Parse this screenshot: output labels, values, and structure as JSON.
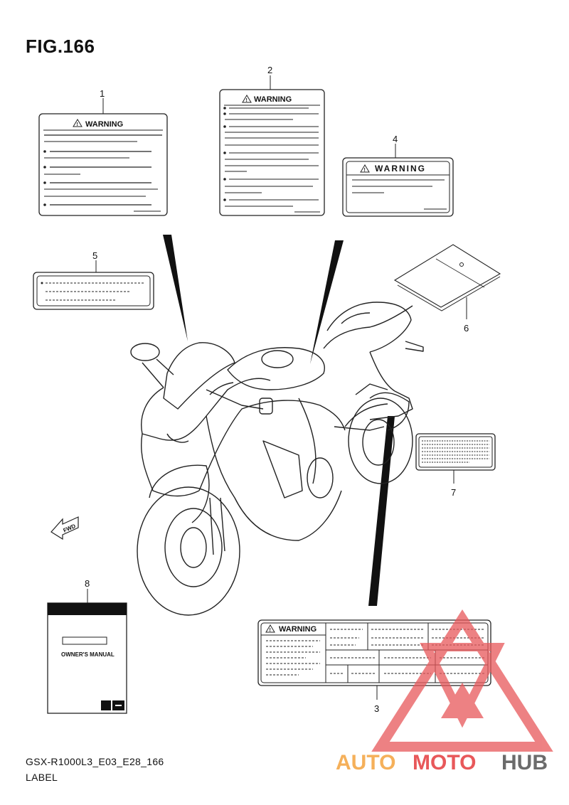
{
  "figure": {
    "title": "FIG.166"
  },
  "footer": {
    "code": "GSX-R1000L3_E03_E28_166",
    "name": "LABEL"
  },
  "labels": {
    "warning_1": "WARNING",
    "warning_2": "WARNING",
    "warning_4": "WARNING",
    "warning_3": "WARNING",
    "owners_manual": "OWNER'S MANUAL",
    "fwd": "FWD"
  },
  "callouts": [
    "1",
    "2",
    "3",
    "4",
    "5",
    "6",
    "7",
    "8"
  ],
  "watermark": {
    "part1": "AUTO",
    "part2": "MOTO",
    "part3": "HUB"
  },
  "colors": {
    "watermark_orange": "#f5b05a",
    "watermark_red": "#e8585a",
    "watermark_gray": "#6b6b6b"
  }
}
